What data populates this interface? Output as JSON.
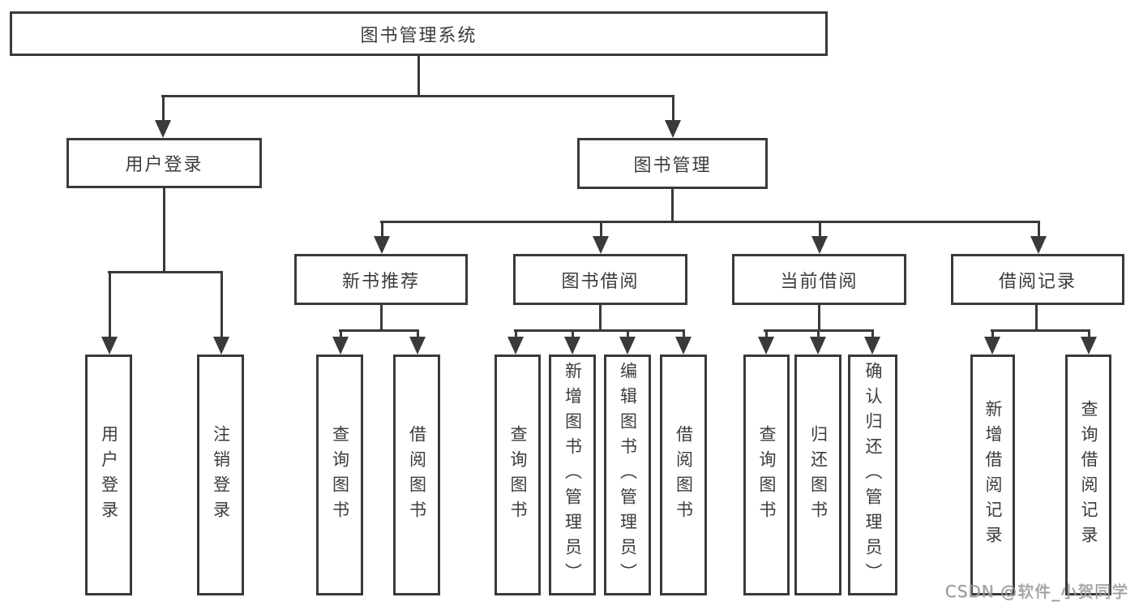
{
  "colors": {
    "line": "#3a3a3a",
    "text": "#3c3c3c",
    "box_background": "#ffffff",
    "watermark": "#9c9c9c"
  },
  "tree": {
    "root": {
      "label": "图书管理系统"
    },
    "level2": [
      {
        "label": "用户登录"
      },
      {
        "label": "图书管理"
      }
    ],
    "level3": [
      {
        "label": "新书推荐"
      },
      {
        "label": "图书借阅"
      },
      {
        "label": "当前借阅"
      },
      {
        "label": "借阅记录"
      }
    ],
    "leaves": {
      "user_login": [
        "用户登录",
        "注销登录"
      ],
      "new_book_rec": [
        "查询图书",
        "借阅图书"
      ],
      "book_borrow": [
        "查询图书",
        "新增图书（管理员）",
        "编辑图书（管理员）",
        "借阅图书"
      ],
      "current_borrow": [
        "查询图书",
        "归还图书",
        "确认归还（管理员）"
      ],
      "borrow_records": [
        "新增借阅记录",
        "查询借阅记录"
      ]
    }
  },
  "watermark": {
    "text": "CSDN @软件_小贺同学"
  }
}
